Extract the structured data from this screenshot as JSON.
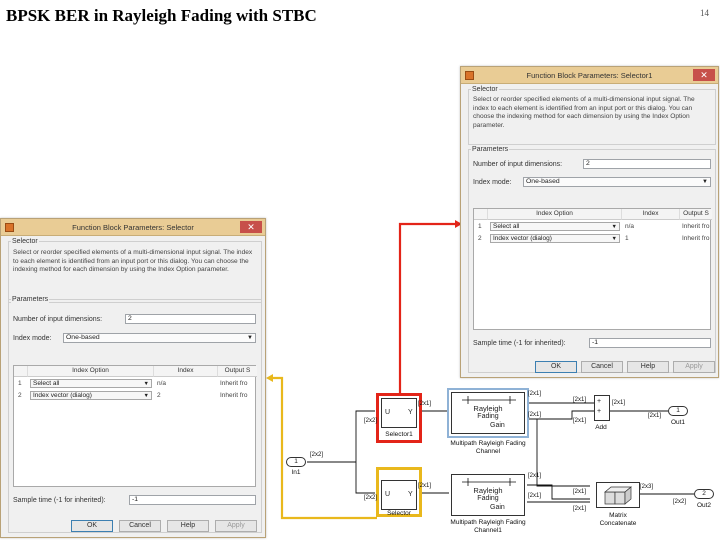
{
  "slide": {
    "title": "BPSK BER in Rayleigh Fading with STBC",
    "page_number": "14"
  },
  "dialog_right": {
    "title": "Function Block Parameters: Selector1",
    "group": "Selector",
    "description": "Select or reorder specified elements of a multi-dimensional input signal. The index to each element is identified from an input port or this dialog. You can choose the indexing method for each dimension by using the Index Option parameter.",
    "parameters_label": "Parameters",
    "num_dims_label": "Number of input dimensions:",
    "num_dims_value": "2",
    "index_mode_label": "Index mode:",
    "index_mode_value": "One-based",
    "table_headers": [
      "Index Option",
      "Index",
      "Output S"
    ],
    "rows": [
      {
        "num": "1",
        "option": "Select all",
        "index": "n/a",
        "output": "Inherit fro"
      },
      {
        "num": "2",
        "option": "Index vector (dialog)",
        "index": "1",
        "output": "Inherit fro"
      }
    ],
    "sample_time_label": "Sample time (-1 for inherited):",
    "sample_time_value": "-1",
    "buttons": {
      "ok": "OK",
      "cancel": "Cancel",
      "help": "Help",
      "apply": "Apply"
    }
  },
  "dialog_left": {
    "title": "Function Block Parameters: Selector",
    "group": "Selector",
    "description": "Select or reorder specified elements of a multi-dimensional input signal. The index to each element is identified from an input port or this dialog. You can choose the indexing method for each dimension by using the Index Option parameter.",
    "parameters_label": "Parameters",
    "num_dims_label": "Number of input dimensions:",
    "num_dims_value": "2",
    "index_mode_label": "Index mode:",
    "index_mode_value": "One-based",
    "table_headers": [
      "Index Option",
      "Index",
      "Output S"
    ],
    "rows": [
      {
        "num": "1",
        "option": "Select all",
        "index": "n/a",
        "output": "Inherit fro"
      },
      {
        "num": "2",
        "option": "Index vector (dialog)",
        "index": "2",
        "output": "Inherit fro"
      }
    ],
    "sample_time_label": "Sample time (-1 for inherited):",
    "sample_time_value": "-1",
    "buttons": {
      "ok": "OK",
      "cancel": "Cancel",
      "help": "Help",
      "apply": "Apply"
    }
  },
  "diagram": {
    "in1": {
      "num": "1",
      "label": "In1"
    },
    "out1": {
      "num": "1",
      "label": "Out1"
    },
    "out2": {
      "num": "2",
      "label": "Out2"
    },
    "selector1_label": "Selector1",
    "selector_label": "Selector",
    "selector_port_u": "U",
    "selector_port_y": "Y",
    "channel_top_label": "Multipath Rayleigh Fading Channel",
    "channel_bottom_label": "Multipath Rayleigh Fading Channel1",
    "channel_title": "Rayleigh",
    "channel_sub": "Fading",
    "channel_gain": "Gain",
    "add_label": "Add",
    "matrix_label": "Matrix Concatenate",
    "sig_2x2": "[2x2]",
    "sig_2x1": "[2x1]",
    "sig_2x3": "[2x3]"
  },
  "colors": {
    "highlight_red": "#e32418",
    "highlight_yellow": "#e9b81c",
    "dialog_title": "#e9cc95"
  }
}
